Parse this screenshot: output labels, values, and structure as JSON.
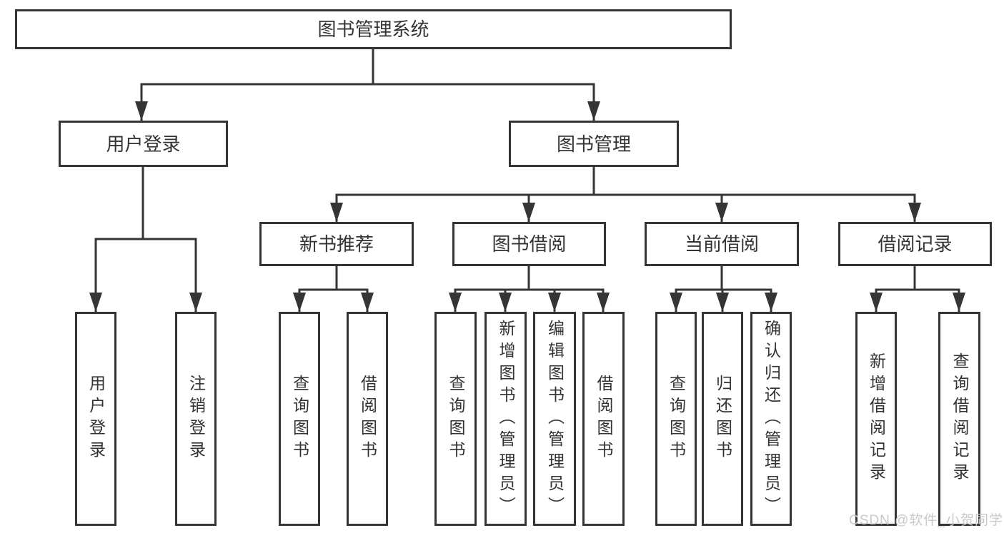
{
  "tree": {
    "root": {
      "label": "图书管理系统"
    },
    "branches": [
      {
        "label": "用户登录",
        "children": [
          {
            "label": "用户登录"
          },
          {
            "label": "注销登录"
          }
        ]
      },
      {
        "label": "图书管理",
        "children": [
          {
            "label": "新书推荐",
            "children": [
              {
                "label": "查询图书"
              },
              {
                "label": "借阅图书"
              }
            ]
          },
          {
            "label": "图书借阅",
            "children": [
              {
                "label": "查询图书"
              },
              {
                "label": "新增图书（管理员）"
              },
              {
                "label": "编辑图书（管理员）"
              },
              {
                "label": "借阅图书"
              }
            ]
          },
          {
            "label": "当前借阅",
            "children": [
              {
                "label": "查询图书"
              },
              {
                "label": "归还图书"
              },
              {
                "label": "确认归还（管理员）"
              }
            ]
          },
          {
            "label": "借阅记录",
            "children": [
              {
                "label": "新增借阅记录"
              },
              {
                "label": "查询借阅记录"
              }
            ]
          }
        ]
      }
    ]
  },
  "watermark": {
    "text": "CSDN @软件_小贺同学"
  },
  "colors": {
    "line": "#353535",
    "text": "#333333",
    "background": "#ffffff",
    "watermark": "#c9c9c9"
  }
}
